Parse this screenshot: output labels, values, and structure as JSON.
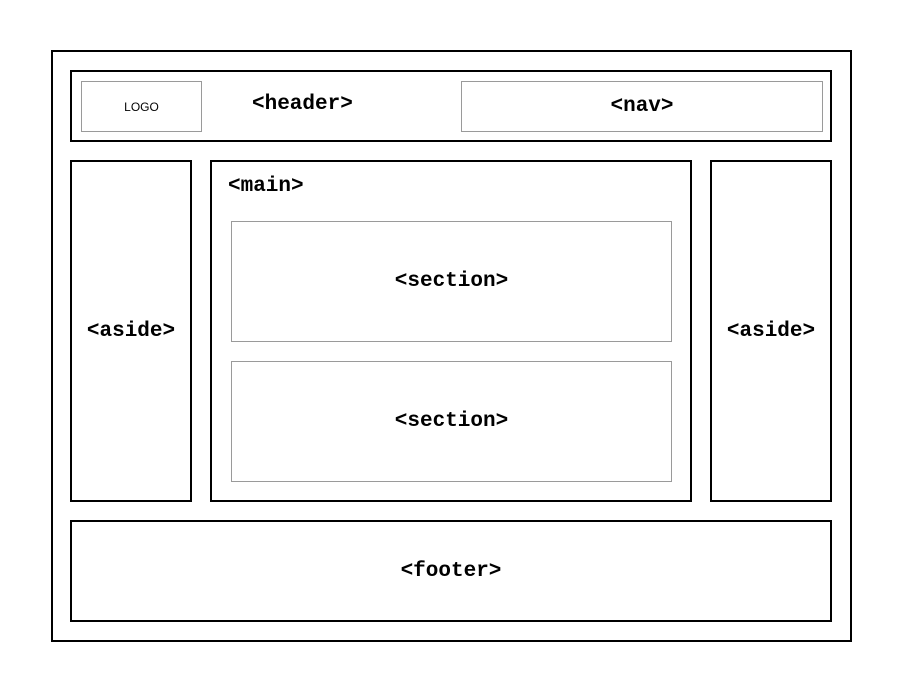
{
  "labels": {
    "logo": "LOGO",
    "header": "<header>",
    "nav": "<nav>",
    "main": "<main>",
    "section_1": "<section>",
    "section_2": "<section>",
    "aside_left": "<aside>",
    "aside_right": "<aside>",
    "footer": "<footer>"
  }
}
